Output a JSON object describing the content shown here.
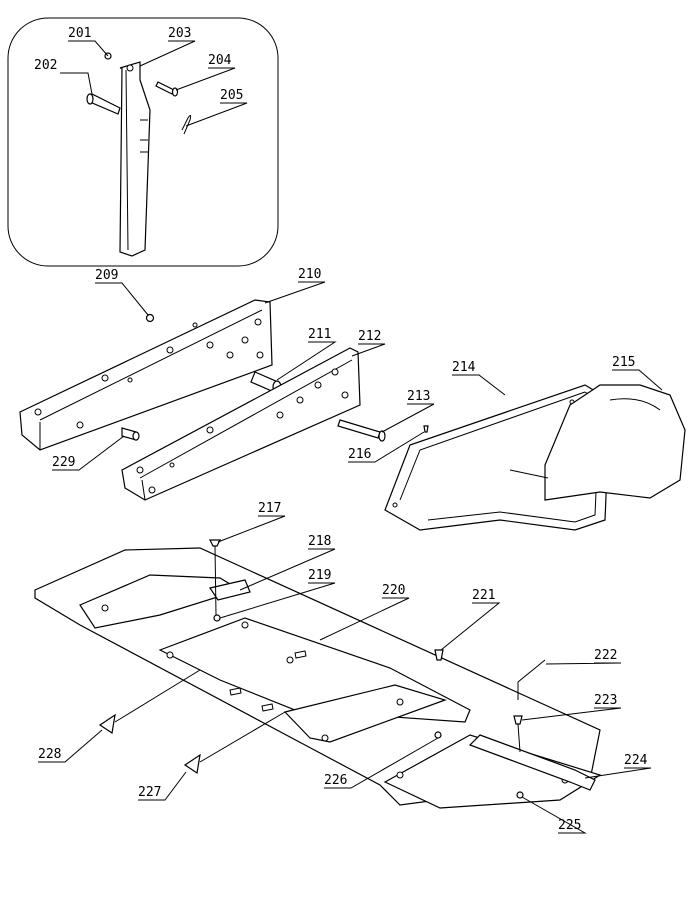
{
  "callouts": [
    {
      "id": "201",
      "text": "201"
    },
    {
      "id": "202",
      "text": "202"
    },
    {
      "id": "203",
      "text": "203"
    },
    {
      "id": "204",
      "text": "204"
    },
    {
      "id": "205",
      "text": "205"
    },
    {
      "id": "209",
      "text": "209"
    },
    {
      "id": "210",
      "text": "210"
    },
    {
      "id": "211",
      "text": "211"
    },
    {
      "id": "212",
      "text": "212"
    },
    {
      "id": "213",
      "text": "213"
    },
    {
      "id": "214",
      "text": "214"
    },
    {
      "id": "215",
      "text": "215"
    },
    {
      "id": "216",
      "text": "216"
    },
    {
      "id": "217",
      "text": "217"
    },
    {
      "id": "218",
      "text": "218"
    },
    {
      "id": "219",
      "text": "219"
    },
    {
      "id": "220",
      "text": "220"
    },
    {
      "id": "221",
      "text": "221"
    },
    {
      "id": "222",
      "text": "222"
    },
    {
      "id": "223",
      "text": "223"
    },
    {
      "id": "224",
      "text": "224"
    },
    {
      "id": "225",
      "text": "225"
    },
    {
      "id": "226",
      "text": "226"
    },
    {
      "id": "227",
      "text": "227"
    },
    {
      "id": "228",
      "text": "228"
    },
    {
      "id": "229",
      "text": "229"
    }
  ]
}
